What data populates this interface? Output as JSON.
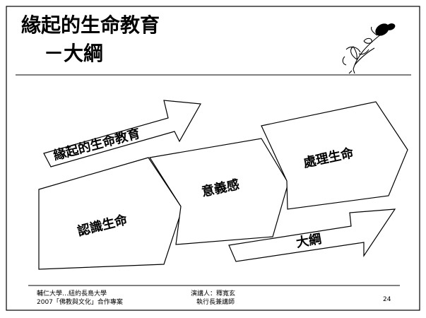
{
  "title": {
    "line1": "緣起的生命教育",
    "line2": "－大綱"
  },
  "diagram": {
    "arrow_top_label": "緣起的生命教育",
    "pentagon_left_label": "認識生命",
    "pentagon_middle_label": "意義感",
    "pentagon_right_label": "處理生命",
    "arrow_bottom_label": "大綱"
  },
  "footer": {
    "left_line1": "輔仁大學…紐約長島大學",
    "left_line2": "2007「佛教與文化」合作專案",
    "center_line1": "演講人：釋寬玄",
    "center_line2": "執行長兼講師",
    "page_number": "24"
  },
  "decoration": {
    "flower_icon": "rose-sketch-icon"
  }
}
